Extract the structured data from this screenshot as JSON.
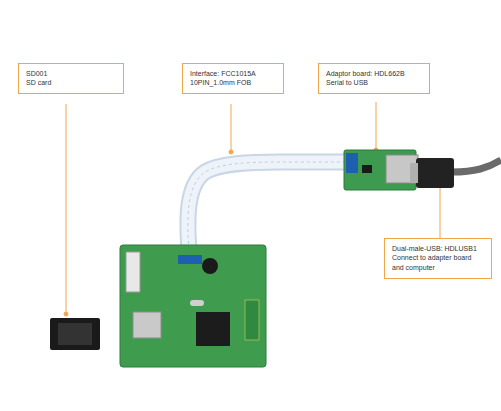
{
  "diagram": {
    "nodes": [
      {
        "text": [
          "SD001",
          "SD card"
        ]
      },
      {
        "text": [
          "Interface: FCC1015A",
          "10PIN_1.0mm FOB"
        ]
      },
      {
        "text": [
          "Adaptor board: HDL662B",
          "Serial to USB"
        ]
      },
      {
        "text": [
          "Dual-male-USB: HDLUSB1",
          "Connect to adapter board and computer"
        ]
      }
    ]
  }
}
